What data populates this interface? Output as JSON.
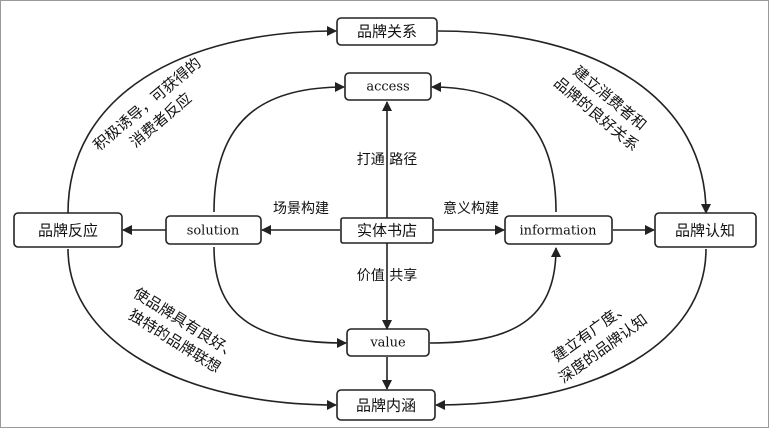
{
  "nodes": {
    "brand_relation": "品牌关系",
    "access": "access",
    "bookstore": "实体书店",
    "solution": "solution",
    "information": "information",
    "value": "value",
    "brand_response": "品牌反应",
    "brand_cognition": "品牌认知",
    "brand_connotation": "品牌内涵"
  },
  "edge_labels": {
    "open_path": "打通 路径",
    "scene_build": "场景构建",
    "meaning_build": "意义构建",
    "value_share": "价值 共享"
  },
  "curve_labels": {
    "top_left_line1": "积极诱导，可获得的",
    "top_left_line2": "消费者反应",
    "top_right_line1": "建立消费者和",
    "top_right_line2": "品牌的良好关系",
    "bottom_left_line1": "使品牌具有良好、",
    "bottom_left_line2": "独特的品牌联想",
    "bottom_right_line1": "建立有广度、",
    "bottom_right_line2": "深度的品牌认知"
  }
}
